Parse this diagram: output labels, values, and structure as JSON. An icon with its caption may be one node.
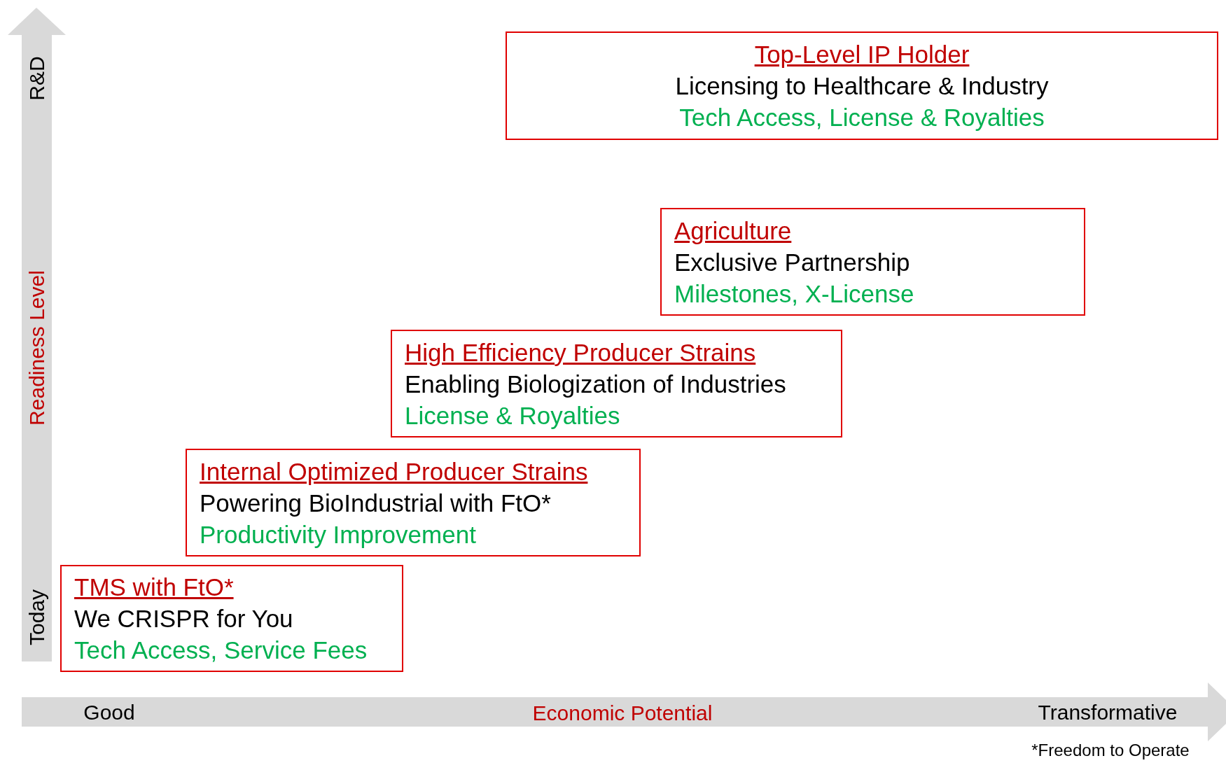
{
  "diagram": {
    "nodes": [
      {
        "text": [
          "Top-Level IP Holder",
          "Licensing to Healthcare & Industry",
          "Tech Access, License & Royalties"
        ]
      },
      {
        "text": [
          "Agriculture",
          "Exclusive Partnership",
          "Milestones, X-License"
        ]
      },
      {
        "text": [
          "High Efficiency Producer Strains",
          "Enabling Biologization of Industries",
          "License & Royalties"
        ]
      },
      {
        "text": [
          "Internal Optimized Producer Strains",
          "Powering BioIndustrial with FtO*",
          "Productivity Improvement"
        ]
      },
      {
        "text": [
          "TMS with FtO*",
          "We CRISPR for You",
          "Tech Access, Service Fees"
        ]
      }
    ],
    "labels": [
      "R&D",
      "Readiness Level",
      "Today",
      "Good",
      "Economic Potential",
      "Transformative",
      "*Freedom to Operate"
    ]
  }
}
